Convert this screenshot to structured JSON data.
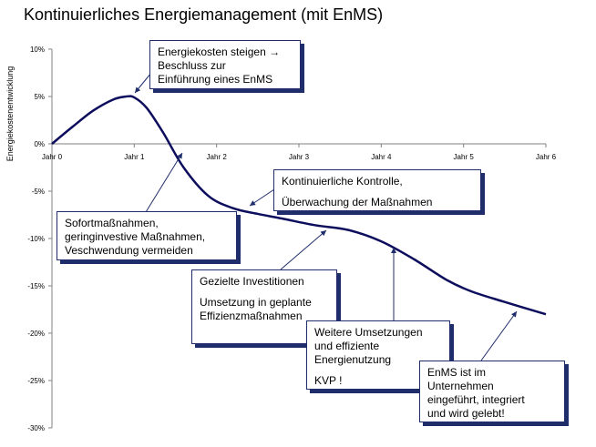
{
  "title": "Kontinuierliches Energiemanagement (mit EnMS)",
  "chart_data": {
    "type": "line",
    "ylabel": "Energiekostenentwicklung",
    "xlabel": "",
    "categories": [
      "Jahr 0",
      "Jahr 1",
      "Jahr 2",
      "Jahr 3",
      "Jahr 4",
      "Jahr 5",
      "Jahr 6"
    ],
    "y_ticks": [
      "10%",
      "5%",
      "0%",
      "-5%",
      "-10%",
      "-15%",
      "-20%",
      "-25%",
      "-30%"
    ],
    "ylim": [
      -30,
      10
    ],
    "xlim": [
      0,
      6
    ],
    "grid": false,
    "series": [
      {
        "x": [
          0,
          0.25,
          0.5,
          0.75,
          0.9,
          1.0,
          1.15,
          1.35,
          1.6,
          1.9,
          2.2,
          2.5,
          2.8,
          3.2,
          3.6,
          4.0,
          4.4,
          4.8,
          5.1,
          5.5,
          6.0
        ],
        "y": [
          0,
          1.8,
          3.5,
          4.7,
          5.0,
          4.9,
          3.8,
          1.2,
          -2.5,
          -5.5,
          -6.8,
          -7.4,
          -7.9,
          -8.6,
          -9.1,
          -10.3,
          -12.2,
          -14.4,
          -15.6,
          -16.7,
          -18.0
        ]
      }
    ],
    "annotations": [
      {
        "lines": [
          "Energiekosten steigen →",
          "Beschluss zur",
          "Einführung eines EnMS"
        ]
      },
      {
        "lines": [
          "Kontinuierliche Kontrolle,",
          "",
          "Überwachung der Maßnahmen"
        ]
      },
      {
        "lines": [
          "Sofortmaßnahmen,",
          "geringinvestive Maßnahmen,",
          "Veschwendung vermeiden"
        ]
      },
      {
        "lines": [
          "Gezielte Investitionen",
          "",
          "Umsetzung in geplante",
          "Effizienzmaßnahmen"
        ]
      },
      {
        "lines": [
          "Weitere Umsetzungen",
          "und effiziente",
          "Energienutzung",
          "",
          "KVP !"
        ]
      },
      {
        "lines": [
          "EnMS ist im",
          "Unternehmen",
          "eingeführt, integriert",
          "und wird gelebt!"
        ]
      }
    ],
    "colors": {
      "curve": "#0d0d5e",
      "axis": "#808080",
      "box_border": "#1f2d6b"
    }
  }
}
